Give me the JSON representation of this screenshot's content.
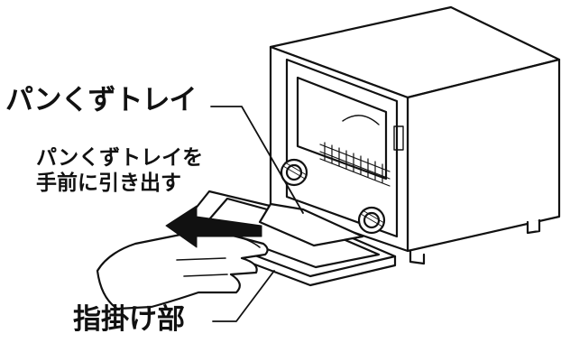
{
  "labels": {
    "crumb_tray": "パンくずトレイ",
    "pull_line1": "パンくずトレイを",
    "pull_line2": "手前に引き出す",
    "grip": "指掛け部"
  },
  "colors": {
    "line": "#111111",
    "arrow": "#111111",
    "background": "#ffffff"
  }
}
